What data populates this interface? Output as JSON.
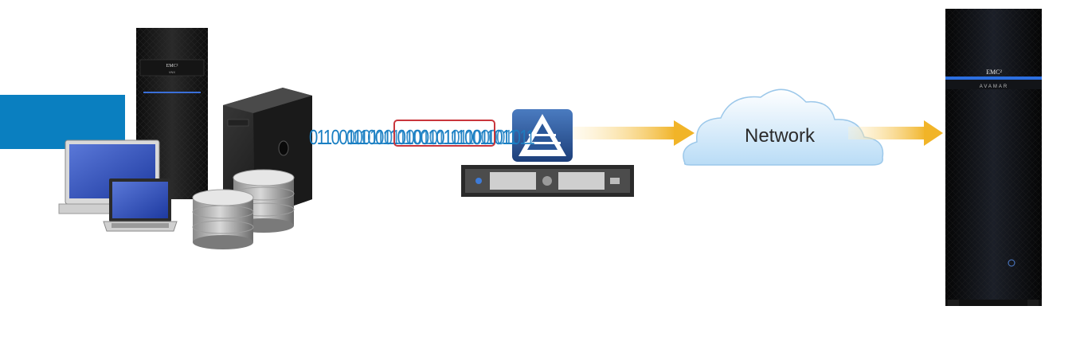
{
  "binary_text": "0110011100110100101110011011",
  "binary_text_overlap": "0001101100101101100001011",
  "network_label": "Network",
  "source_storage_brand": "EMC²",
  "source_storage_model": "VNX",
  "target_brand": "EMC²",
  "target_model": "AVAMAR",
  "colors": {
    "accent_blue": "#0a7fc0",
    "arrow": "#f1b428",
    "highlight": "#c9363c",
    "binary": "#1a7fc3"
  },
  "icons": [
    "storage-rack-icon",
    "desktop-computer-icon",
    "laptop-icon",
    "tower-server-icon",
    "database-icon",
    "data-domain-logo-icon",
    "rack-server-icon",
    "cloud-icon",
    "avamar-appliance-icon"
  ]
}
